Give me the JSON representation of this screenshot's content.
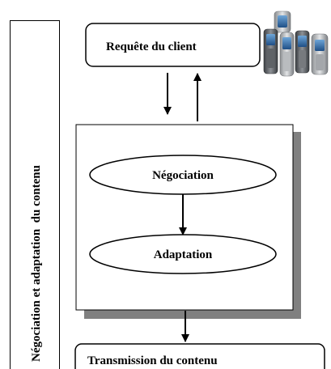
{
  "side_label": "Négociation et adaptation  du contenu",
  "client_request": "Requête du client",
  "process": {
    "negotiation": "Négociation",
    "adaptation": "Adaptation"
  },
  "transmission": "Transmission du contenu",
  "phones_image": "mobile-phones-photo",
  "colors": {
    "stroke": "#000000",
    "shadow": "#808080",
    "fill": "#ffffff"
  }
}
